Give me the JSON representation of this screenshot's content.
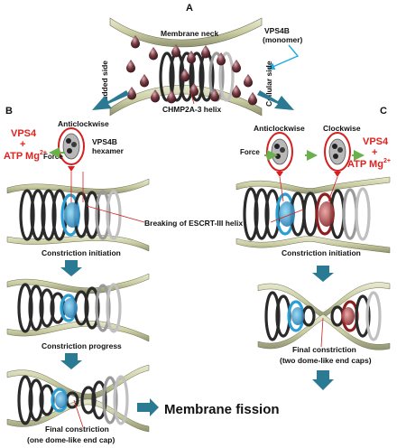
{
  "panels": {
    "a": "A",
    "b": "B",
    "c": "C"
  },
  "panel_a": {
    "membrane_neck": "Membrane neck",
    "vps4b_line1": "VPS4B",
    "vps4b_line2": "(monomer)",
    "budded_side": "Budded side",
    "cellular_side": "Cellular side",
    "helix": "CHMP2A-3 helix"
  },
  "panel_b": {
    "vps4": "VPS4",
    "plus": "+",
    "atp": "ATP Mg",
    "atp_sup": "2+",
    "direction": "Anticlockwise",
    "force": "Force",
    "hexamer_line1": "VPS4B",
    "hexamer_line2": "hexamer",
    "step1": "Constriction initiation",
    "step2": "Constriction progress",
    "step3_line1": "Final constriction",
    "step3_line2": "(one dome-like end cap)"
  },
  "panel_c": {
    "dir_left": "Anticlockwise",
    "dir_right": "Clockwise",
    "force": "Force",
    "vps4": "VPS4",
    "plus": "+",
    "atp": "ATP Mg",
    "atp_sup": "2+",
    "step1": "Constriction initiation",
    "step2_line1": "Final constriction",
    "step2_line2": "(two dome-like end caps)"
  },
  "center": {
    "breaking": "Breaking of ESCRT-III helix",
    "fission": "Membrane fission"
  },
  "colors": {
    "membrane": "#c9cca0",
    "helix_dark": "#2a2a2a",
    "helix_light": "#b0b0b0",
    "helix_blue": "#2a9fd6",
    "helix_red": "#8c1f1f",
    "arrow": "#2b7a94",
    "label_red": "#e0221f",
    "loop_red": "#d42020",
    "vps4b_drop": "#5a2a2e",
    "arrow_cyan": "#1eaadf"
  },
  "icons": {
    "panel_arrows": "teal-block-arrow",
    "vps4b_marker": "drop-shape-icon",
    "hexamer": "hexamer-ring-icon"
  }
}
